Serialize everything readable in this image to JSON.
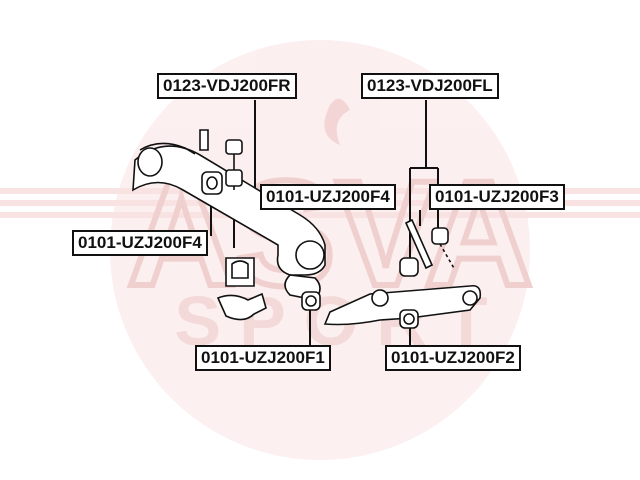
{
  "diagram": {
    "watermark": {
      "brand": "ASVA",
      "sub": "SPORT",
      "color": "#e89a9a"
    },
    "parts": [
      {
        "id": "fr_link",
        "code": "0123-VDJ200FR"
      },
      {
        "id": "fl_link",
        "code": "0123-VDJ200FL"
      },
      {
        "id": "bush_f4_right",
        "code": "0101-UZJ200F4"
      },
      {
        "id": "bush_f4_left",
        "code": "0101-UZJ200F4"
      },
      {
        "id": "bush_f3",
        "code": "0101-UZJ200F3"
      },
      {
        "id": "bush_f1",
        "code": "0101-UZJ200F1"
      },
      {
        "id": "bush_f2",
        "code": "0101-UZJ200F2"
      }
    ]
  }
}
